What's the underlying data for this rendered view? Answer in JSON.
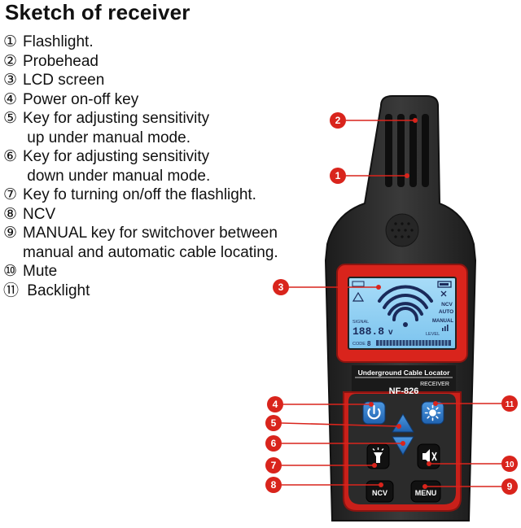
{
  "title": "Sketch of receiver",
  "legend": [
    {
      "num": "①",
      "text": "Flashlight.",
      "cont": ""
    },
    {
      "num": "②",
      "text": "Probehead",
      "cont": ""
    },
    {
      "num": "③",
      "text": "LCD screen",
      "cont": ""
    },
    {
      "num": "④",
      "text": "Power on-off key",
      "cont": ""
    },
    {
      "num": "⑤",
      "text": "Key for adjusting sensitivity",
      "cont": " up under manual mode."
    },
    {
      "num": "⑥",
      "text": "Key for adjusting sensitivity",
      "cont": " down under manual mode."
    },
    {
      "num": "⑦",
      "text": "Key fo turning on/off the flashlight.",
      "cont": ""
    },
    {
      "num": "⑧",
      "text": "NCV",
      "cont": ""
    },
    {
      "num": "⑨",
      "text": "MANUAL key for switchover between",
      "cont": "manual and automatic cable locating."
    },
    {
      "num": "⑩",
      "text": "Mute",
      "cont": ""
    },
    {
      "num": "⑪",
      "text": " Backlight",
      "cont": ""
    }
  ],
  "callouts": [
    "1",
    "2",
    "3",
    "4",
    "5",
    "6",
    "7",
    "8",
    "9",
    "10",
    "11"
  ],
  "device": {
    "band_title": "Underground Cable Locator",
    "band_sub": "RECEIVER",
    "model": "NF-826",
    "ncv_label": "NCV",
    "menu_label": "MENU"
  },
  "lcd": {
    "ncv": "NCV",
    "auto": "AUTO",
    "manual": "MANUAL",
    "signal": "SIGNAL",
    "digits": "188.8",
    "unit": "v",
    "level": "LEVEL",
    "code": "CODE",
    "code_val": "8"
  },
  "colors": {
    "accent": "#d9241c",
    "body": "#2a2a2a",
    "lcd": "#8fd0f4",
    "key_blue": "#2a78c8"
  }
}
